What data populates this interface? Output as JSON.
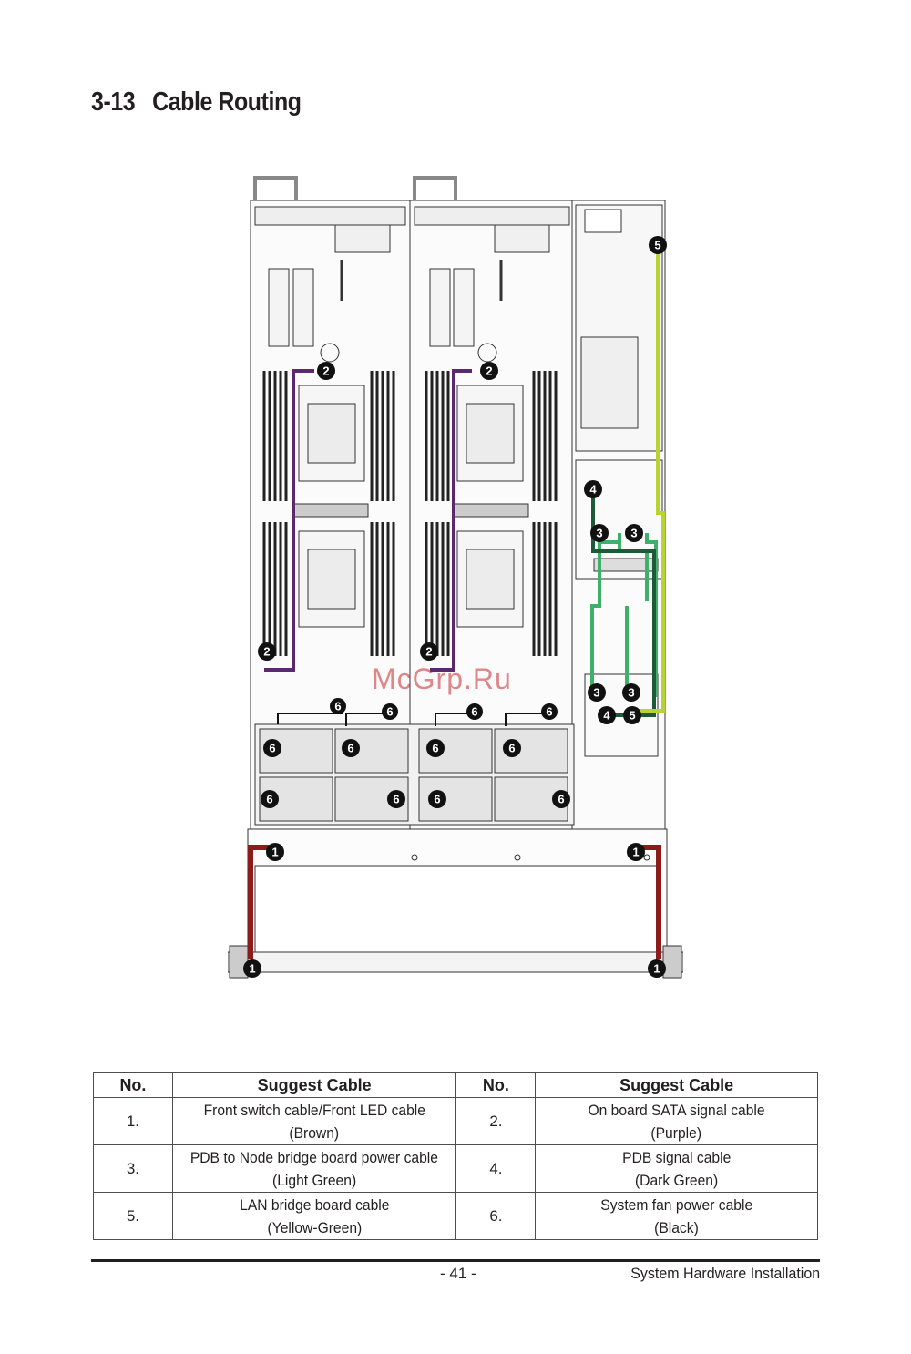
{
  "section": {
    "number": "3-13",
    "title": "Cable Routing"
  },
  "watermark": "McGrp.Ru",
  "diagram": {
    "colors": {
      "brown": "#8b1c1c",
      "purple": "#5b2a6e",
      "light_green": "#3fb06a",
      "dark_green": "#1d5a37",
      "yellow_green": "#b7d433",
      "black": "#111111"
    },
    "callouts": [
      "1",
      "2",
      "3",
      "4",
      "5",
      "6"
    ]
  },
  "table": {
    "headers": {
      "no": "No.",
      "cable": "Suggest Cable",
      "no2": "No.",
      "cable2": "Suggest Cable"
    },
    "rows": [
      {
        "no_a": "1.",
        "cable_a": [
          "Front switch cable/Front LED cable",
          "(Brown)"
        ],
        "no_b": "2.",
        "cable_b": [
          "On board SATA signal cable",
          "(Purple)"
        ]
      },
      {
        "no_a": "3.",
        "cable_a": [
          "PDB to Node bridge board power cable",
          "(Light Green)"
        ],
        "no_b": "4.",
        "cable_b": [
          "PDB signal cable",
          "(Dark Green)"
        ]
      },
      {
        "no_a": "5.",
        "cable_a": [
          "LAN bridge board cable",
          "(Yellow-Green)"
        ],
        "no_b": "6.",
        "cable_b": [
          "System fan power cable",
          "(Black)"
        ]
      }
    ]
  },
  "footer": {
    "page": "- 41 -",
    "section": "System Hardware Installation"
  }
}
